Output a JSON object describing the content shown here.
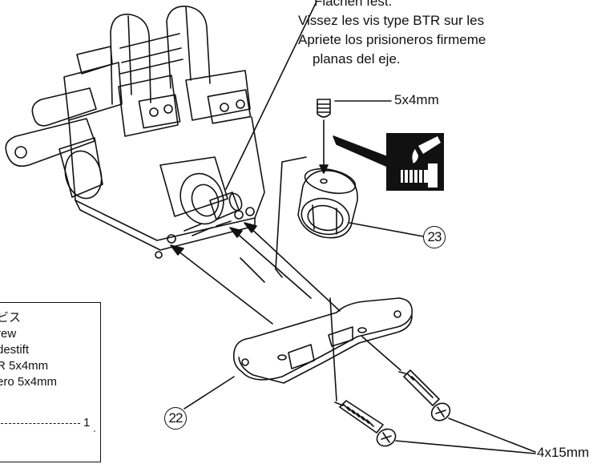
{
  "instructions": {
    "line_de": "Flächen fest.",
    "line_fr": "Vissez les vis type BTR sur les",
    "line_es1": "Apriete los prisioneros firmeme",
    "line_es2": "planas del eje."
  },
  "labels": {
    "set_screw": "5x4mm",
    "tapping_screw": "4x15mm",
    "part_23": "23",
    "part_22": "22"
  },
  "parts_box": {
    "line1": "ビス",
    "line2": "rew",
    "line3": "destift",
    "line4": "R 5x4mm",
    "line5": "ero 5x4mm",
    "qty": "1"
  },
  "icons": [
    "thread-lock-icon"
  ]
}
